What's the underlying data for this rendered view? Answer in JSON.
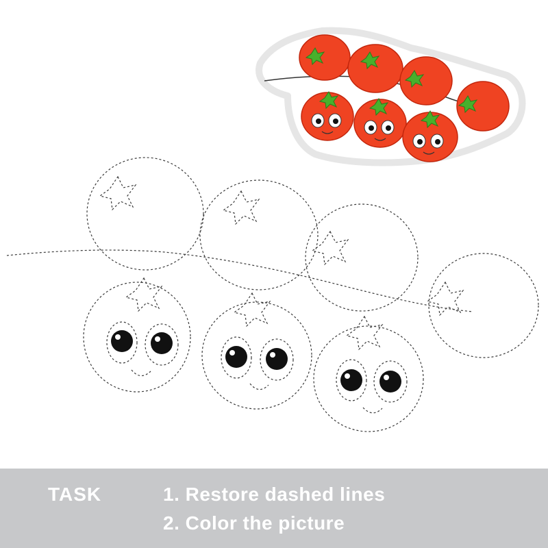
{
  "task": {
    "label": "TASK",
    "steps": [
      "1. Restore dashed lines",
      "2. Color the picture"
    ]
  },
  "colors": {
    "tomato": "#ef4322",
    "tomato_outline": "#c2260c",
    "leaf": "#48b02c",
    "sticker_border": "#e6e6e6",
    "dash": "#3a3a3a",
    "task_bar": "#c7c8ca",
    "task_text": "#ffffff"
  }
}
